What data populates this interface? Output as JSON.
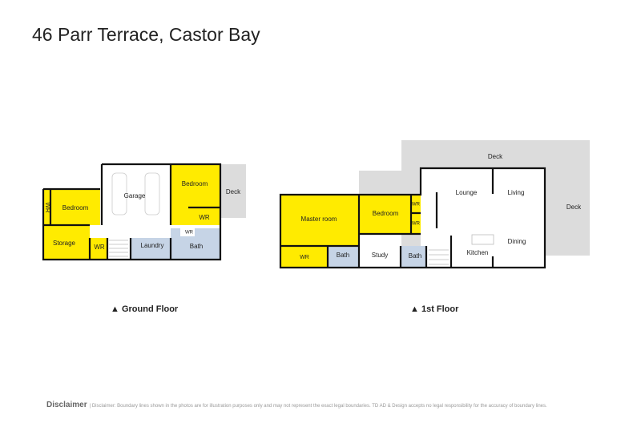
{
  "title": "46 Parr Terrace, Castor Bay",
  "ground_floor": {
    "label": "Ground Floor",
    "rooms": {
      "bedroom1": "Bedroom",
      "wr1": "WR",
      "garage": "Garage",
      "bedroom2": "Bedroom",
      "deck": "Deck",
      "wr2": "WR",
      "storage": "Storage",
      "wr3": "WR",
      "laundry": "Laundry",
      "wr4": "WR",
      "bath": "Bath"
    }
  },
  "first_floor": {
    "label": "1st Floor",
    "rooms": {
      "deck_top": "Deck",
      "deck_right": "Deck",
      "lounge": "Lounge",
      "living": "Living",
      "master": "Master room",
      "bedroom": "Bedroom",
      "wr_a": "WR",
      "wr_b": "WR",
      "dining": "Dining",
      "kitchen": "Kitchen",
      "wr_master": "WR",
      "bath1": "Bath",
      "study": "Study",
      "bath2": "Bath"
    }
  },
  "disclaimer": {
    "heading": "Disclaimer",
    "text": "| Disclaimer: Boundary lines shown in the photos are for illustration purposes only and may not represent the exact legal boundaries. TD AD & Design accepts no legal responsibility for the accuracy of boundary lines."
  },
  "colors": {
    "bedroom": "#ffeb00",
    "wet": "#c6d4e6",
    "deck": "#dcdcdc"
  }
}
